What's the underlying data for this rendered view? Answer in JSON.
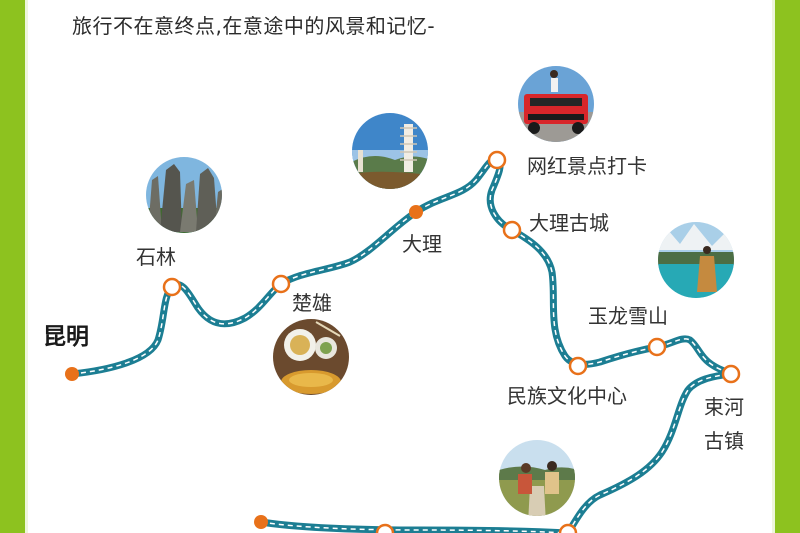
{
  "subtitle": "旅行不在意终点,在意途中的风景和记忆-",
  "stops": [
    "昆明",
    "石林",
    "楚雄",
    "大理",
    "网红景点打卡",
    "大理古城",
    "玉龙雪山",
    "民族文化中心",
    "束河古镇"
  ],
  "photos": [
    "stone-forest",
    "pagoda",
    "red-jeep",
    "lake",
    "food",
    "hikers"
  ],
  "colors": {
    "frame": "#8dc21f",
    "route": "#1c7e93",
    "marker": "#e8711a",
    "text": "#333333"
  }
}
